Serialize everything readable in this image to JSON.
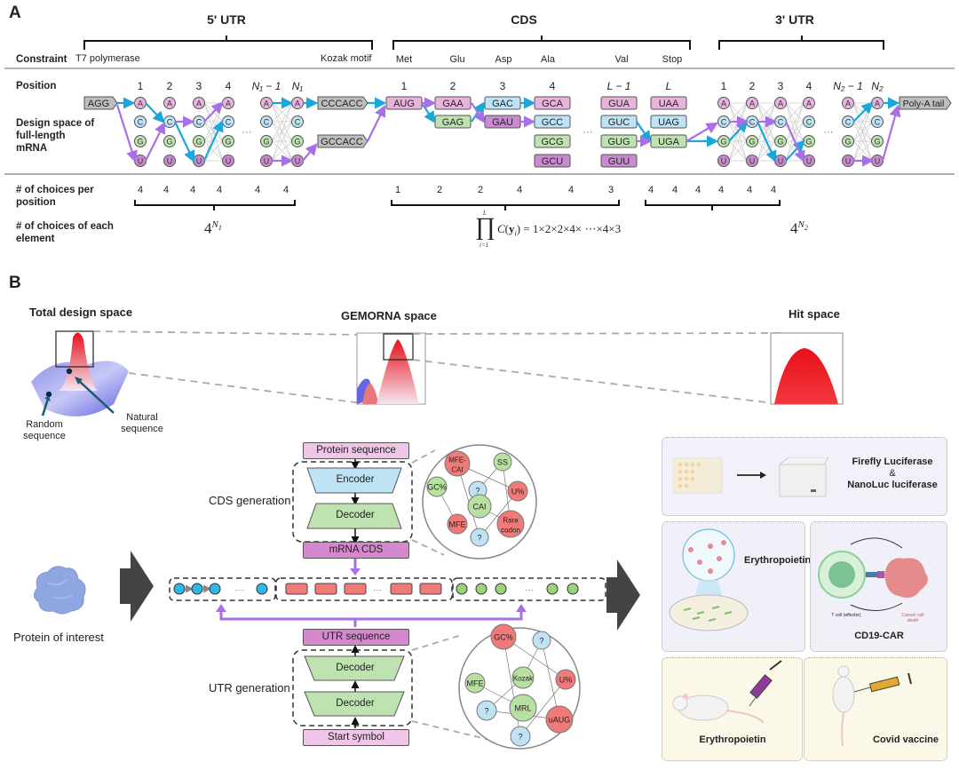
{
  "panel_a": {
    "label": "A",
    "sections": [
      {
        "title": "5' UTR"
      },
      {
        "title": "CDS"
      },
      {
        "title": "3' UTR"
      }
    ],
    "row_labels": {
      "constraint": "Constraint",
      "position": "Position",
      "design_space": "Design space of full-length mRNA",
      "choices_per_position": "# of choices per position",
      "choices_each_element": "# of choices of each element"
    },
    "constraints": {
      "t7": "T7 polymerase",
      "kozak": "Kozak motif",
      "amino_acids": [
        "Met",
        "Glu",
        "Asp",
        "Ala",
        "Val",
        "Stop"
      ]
    },
    "utr5_positions": [
      "1",
      "2",
      "3",
      "4",
      "N₁ − 1",
      "N₁"
    ],
    "cds_positions": [
      "1",
      "2",
      "3",
      "4",
      "L − 1",
      "L"
    ],
    "utr3_positions": [
      "1",
      "2",
      "3",
      "4",
      "N₂ − 1",
      "N₂"
    ],
    "nucleotides": [
      "A",
      "C",
      "G",
      "U"
    ],
    "start_block": "AGG",
    "kozak_options": [
      "CCCACC",
      "GCCACC"
    ],
    "end_block": "Poly-A tail",
    "ellipsis": "···",
    "codons": [
      [
        "AUG"
      ],
      [
        "GAA",
        "GAG"
      ],
      [
        "GAC",
        "GAU"
      ],
      [
        "GCA",
        "GCC",
        "GCG",
        "GCU"
      ],
      [
        "GUA",
        "GUC",
        "GUG",
        "GUU"
      ],
      [
        "UAA",
        "UAG",
        "UGA"
      ]
    ],
    "utr5_choices": [
      "4",
      "4",
      "4",
      "4",
      "4",
      "4"
    ],
    "cds_choices": [
      "1",
      "2",
      "2",
      "4",
      "4",
      "3"
    ],
    "utr3_choices": [
      "4",
      "4",
      "4",
      "4",
      "4",
      "4"
    ],
    "utr5_total": "4^N₁",
    "cds_total": "∏ C(yᵢ) = 1×2×2×4×···×4×3",
    "cds_total_upper": "L",
    "cds_total_lower": "i=1",
    "utr3_total": "4^N₂",
    "colors": {
      "A": "#e8b4dc",
      "C": "#bfe3f5",
      "G": "#bfe3b0",
      "U": "#c98ad0",
      "path_blue": "#1aa7dc",
      "path_purple": "#a870e8"
    }
  },
  "panel_b": {
    "label": "B",
    "spaces": {
      "total": "Total design space",
      "gemorna": "GEMORNA space",
      "hit": "Hit space",
      "random_label": "Random sequence",
      "natural_label": "Natural sequence"
    },
    "protein_label": "Protein of interest",
    "cds_generation": {
      "label": "CDS generation",
      "input": "Protein sequence",
      "encoder": "Encoder",
      "decoder": "Decoder",
      "output": "mRNA CDS"
    },
    "utr_generation": {
      "label": "UTR generation",
      "output": "UTR sequence",
      "decoder1": "Decoder",
      "decoder2": "Decoder",
      "input": "Start symbol"
    },
    "cds_features": [
      "MFE-CAI",
      "SS",
      "GC%",
      "?",
      "U%",
      "CAI",
      "MFE",
      "Rare codon",
      "?"
    ],
    "utr_features": [
      "GC%",
      "?",
      "MFE",
      "Kozak",
      "U%",
      "?",
      "MRL",
      "uAUG",
      "?"
    ],
    "assays": {
      "luciferase_line1": "Firefly Luciferase",
      "luciferase_amp": "&",
      "luciferase_line2": "NanoLuc luciferase",
      "epo_cell": "Erythropoietin",
      "car": "CD19-CAR",
      "tcell": "T cell (effector)",
      "cancer": "Cancer cell death",
      "epo_mouse": "Erythropoietin",
      "covid": "Covid vaccine"
    }
  }
}
